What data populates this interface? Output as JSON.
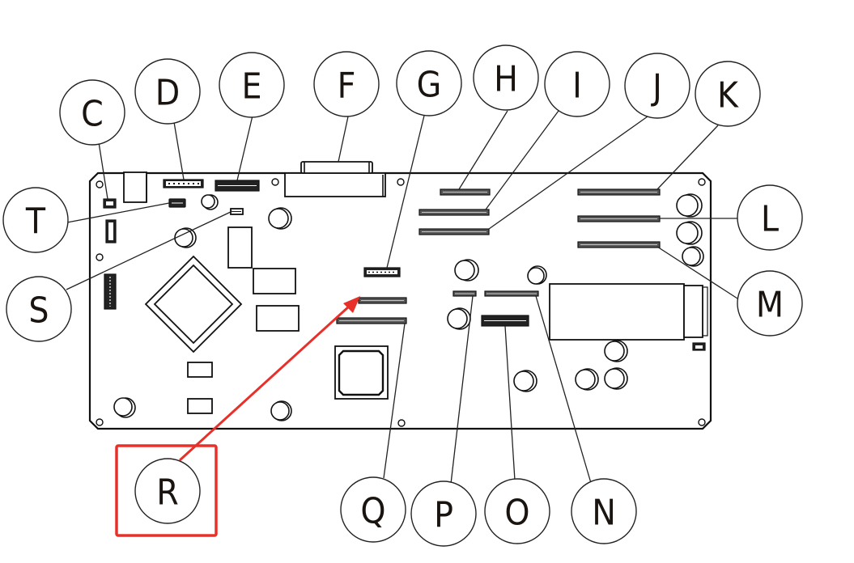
{
  "figure": {
    "description": "Circuit board component callout diagram",
    "highlight": {
      "label": "R",
      "color": "#e8302a",
      "arrow_target": "R-connector"
    }
  },
  "callouts": [
    {
      "id": "C",
      "label": "C"
    },
    {
      "id": "D",
      "label": "D"
    },
    {
      "id": "E",
      "label": "E"
    },
    {
      "id": "F",
      "label": "F"
    },
    {
      "id": "G",
      "label": "G"
    },
    {
      "id": "H",
      "label": "H"
    },
    {
      "id": "I",
      "label": "I"
    },
    {
      "id": "J",
      "label": "J"
    },
    {
      "id": "K",
      "label": "K"
    },
    {
      "id": "L",
      "label": "L"
    },
    {
      "id": "M",
      "label": "M"
    },
    {
      "id": "N",
      "label": "N"
    },
    {
      "id": "O",
      "label": "O"
    },
    {
      "id": "P",
      "label": "P"
    },
    {
      "id": "Q",
      "label": "Q"
    },
    {
      "id": "R",
      "label": "R"
    },
    {
      "id": "S",
      "label": "S"
    },
    {
      "id": "T",
      "label": "T"
    }
  ],
  "colors": {
    "line": "#111111",
    "highlight": "#e8302a",
    "background": "#ffffff"
  }
}
